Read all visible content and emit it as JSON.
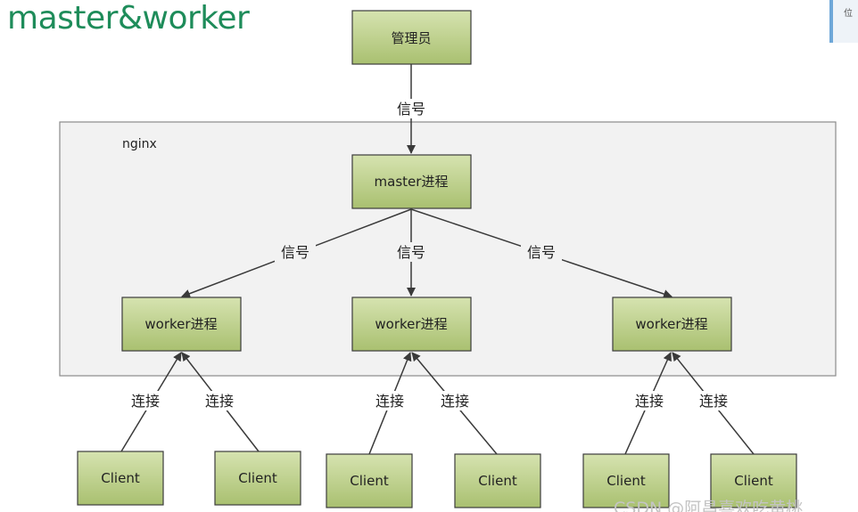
{
  "title": "master&worker",
  "side_tab_text": "位",
  "watermark": "CSDN @阿昌喜欢吃黄桃",
  "colors": {
    "node_fill": "#bccf8a",
    "node_fill_light": "#d6e3b0",
    "node_border": "#3c3c3c",
    "frame_fill": "#f2f2f2",
    "frame_border": "#8a8a8a",
    "title_color": "#1e8c5a",
    "line_color": "#3a3a3a"
  },
  "diagram": {
    "admin_label": "管理员",
    "admin_signal": "信号",
    "frame_label": "nginx",
    "master_label": "master进程",
    "master_signals": [
      "信号",
      "信号",
      "信号"
    ],
    "workers": [
      {
        "label": "worker进程",
        "conn_labels": [
          "连接",
          "连接"
        ],
        "clients": [
          "Client",
          "Client"
        ]
      },
      {
        "label": "worker进程",
        "conn_labels": [
          "连接",
          "连接"
        ],
        "clients": [
          "Client",
          "Client"
        ]
      },
      {
        "label": "worker进程",
        "conn_labels": [
          "连接",
          "连接"
        ],
        "clients": [
          "Client",
          "Client"
        ]
      }
    ]
  }
}
